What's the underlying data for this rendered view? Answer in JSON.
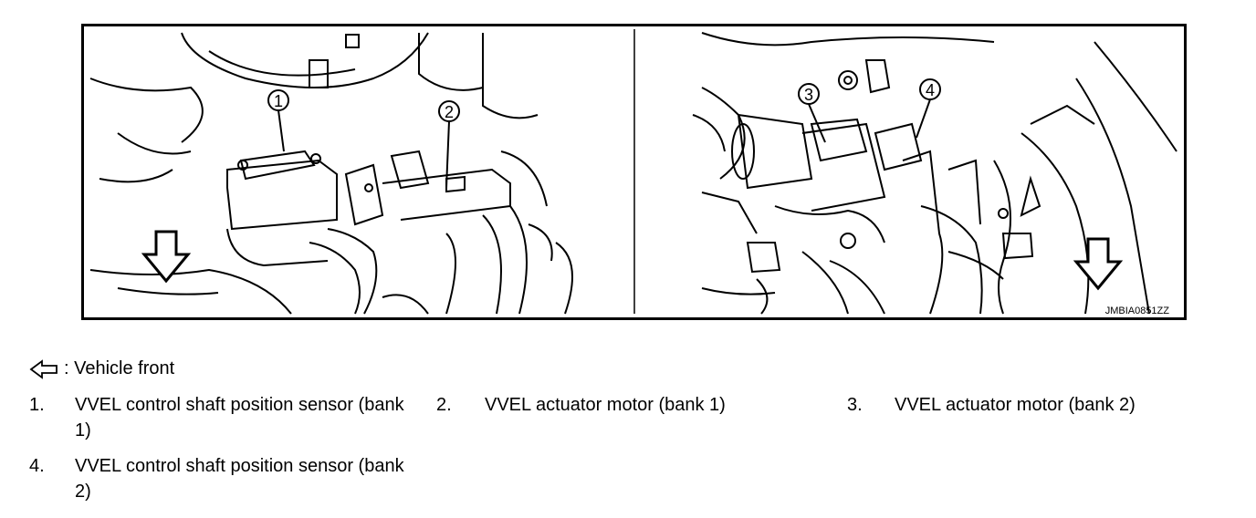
{
  "figure": {
    "drawing_id": "JMBIA0851ZZ",
    "callouts": [
      "1",
      "2",
      "3",
      "4"
    ]
  },
  "legend": {
    "symbol": "front-arrow-icon",
    "text": ": Vehicle front"
  },
  "items": [
    {
      "num": "1.",
      "label": "VVEL control shaft position sensor (bank 1)"
    },
    {
      "num": "2.",
      "label": "VVEL actuator motor (bank 1)"
    },
    {
      "num": "3.",
      "label": "VVEL actuator motor (bank 2)"
    },
    {
      "num": "4.",
      "label": "VVEL control shaft position sensor (bank 2)"
    }
  ]
}
